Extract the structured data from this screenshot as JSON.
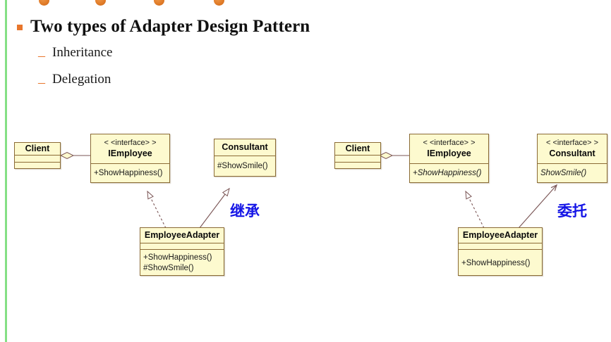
{
  "slide": {
    "accent_color": "#85e085",
    "bullet_color": "#E8762C",
    "annotation_color": "#1414E6",
    "box_fill": "#FDFACF",
    "box_border": "#8a6a35",
    "connector_color": "#7a5555"
  },
  "content": {
    "heading": "Two types of Adapter Design Pattern",
    "sub_items": [
      {
        "label": "Inheritance"
      },
      {
        "label": "Delegation"
      }
    ]
  },
  "diagrams": [
    {
      "id": "inheritance-diagram",
      "annotation": "继承",
      "boxes": [
        {
          "id": "client",
          "stereotype": "",
          "name": "Client",
          "name_italic": false,
          "members": [],
          "empty_compartments": 2
        },
        {
          "id": "iemployee",
          "stereotype": "< <interface> >",
          "name": "IEmployee",
          "name_italic": false,
          "members": [
            {
              "text": "+ShowHappiness()",
              "italic": false
            }
          ],
          "empty_compartments": 0
        },
        {
          "id": "consultant",
          "stereotype": "",
          "name": "Consultant",
          "name_italic": false,
          "members": [
            {
              "text": "#ShowSmile()",
              "italic": false
            }
          ],
          "empty_compartments": 0
        },
        {
          "id": "employeeadapter",
          "stereotype": "",
          "name": "EmployeeAdapter",
          "name_italic": false,
          "members": [
            {
              "text": "+ShowHappiness()",
              "italic": false
            },
            {
              "text": "#ShowSmile()",
              "italic": false
            }
          ],
          "empty_compartments": 0
        }
      ],
      "relations": [
        {
          "from": "client",
          "to": "iemployee",
          "type": "aggregation"
        },
        {
          "from": "employeeadapter",
          "to": "iemployee",
          "type": "realization"
        },
        {
          "from": "employeeadapter",
          "to": "consultant",
          "type": "generalization"
        }
      ]
    },
    {
      "id": "delegation-diagram",
      "annotation": "委托",
      "boxes": [
        {
          "id": "client",
          "stereotype": "",
          "name": "Client",
          "name_italic": false,
          "members": [],
          "empty_compartments": 2
        },
        {
          "id": "iemployee",
          "stereotype": "< <interface> >",
          "name": "IEmployee",
          "name_italic": false,
          "members": [
            {
              "text": "+ShowHappiness()",
              "italic": true
            }
          ],
          "empty_compartments": 0
        },
        {
          "id": "consultant",
          "stereotype": "< <interface> >",
          "name": "Consultant",
          "name_italic": false,
          "members": [
            {
              "text": "ShowSmile()",
              "italic": true
            }
          ],
          "empty_compartments": 0
        },
        {
          "id": "employeeadapter",
          "stereotype": "",
          "name": "EmployeeAdapter",
          "name_italic": false,
          "members": [
            {
              "text": "+ShowHappiness()",
              "italic": false
            }
          ],
          "empty_compartments": 1
        }
      ],
      "relations": [
        {
          "from": "client",
          "to": "iemployee",
          "type": "aggregation"
        },
        {
          "from": "employeeadapter",
          "to": "iemployee",
          "type": "realization"
        },
        {
          "from": "employeeadapter",
          "to": "consultant",
          "type": "association"
        }
      ]
    }
  ]
}
